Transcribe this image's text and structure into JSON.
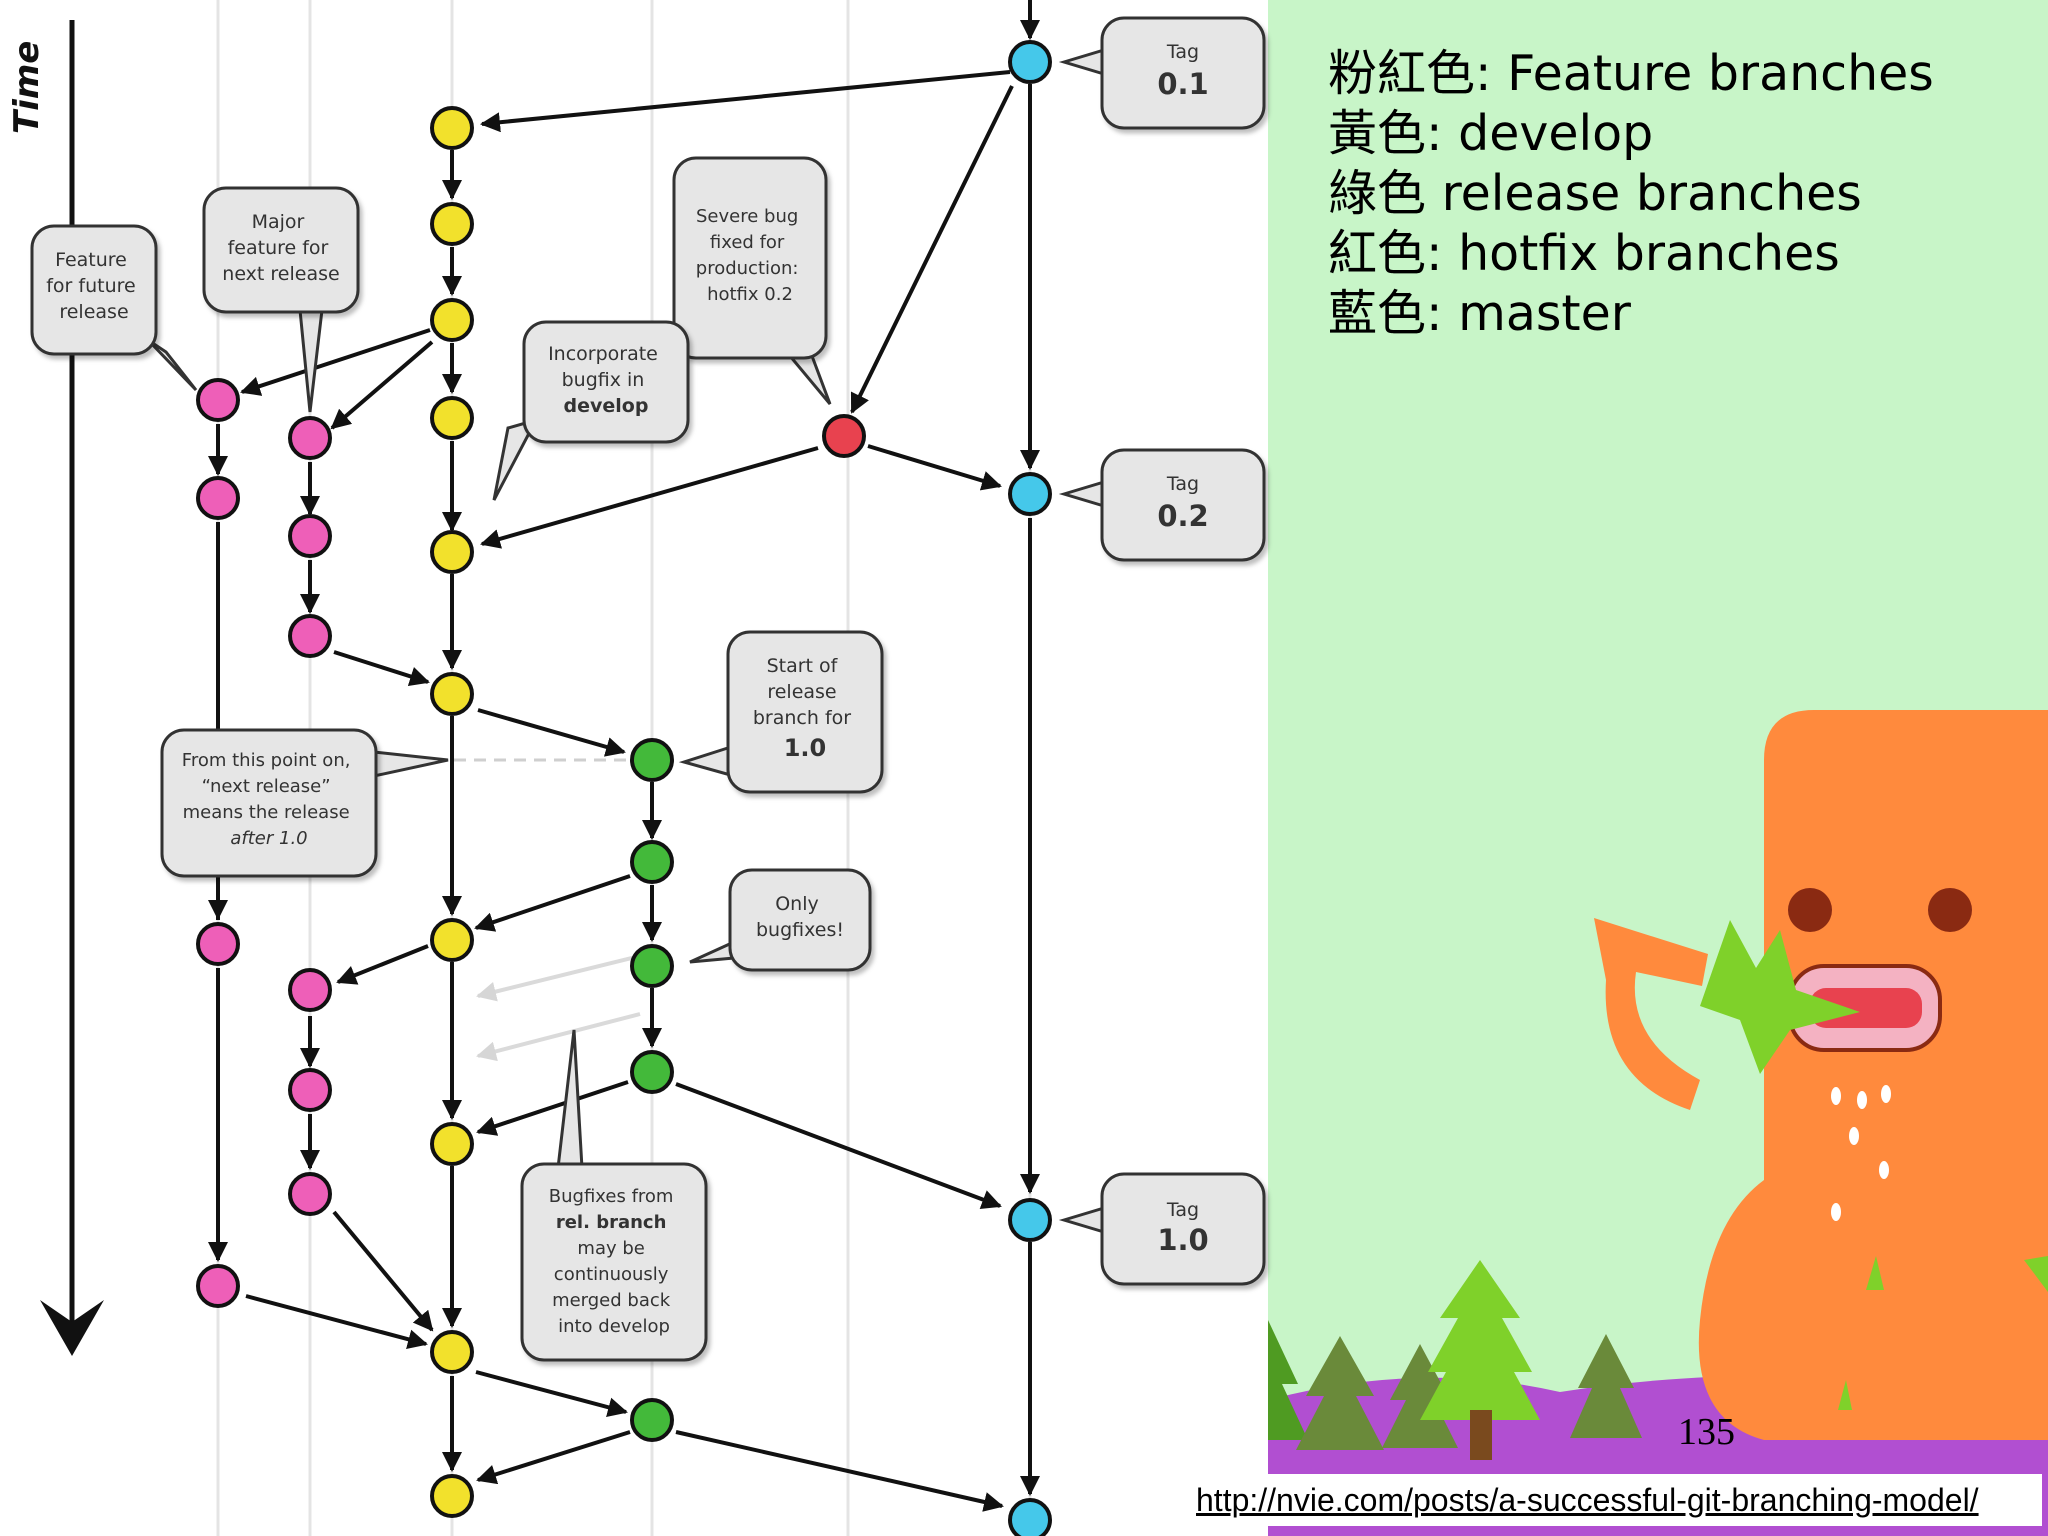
{
  "axis": {
    "label": "Time"
  },
  "legend": [
    "粉紅色: Feature branches",
    "黃色: develop",
    "綠色 release branches",
    "紅色: hotfix branches",
    "藍色: master"
  ],
  "branch_colors": {
    "feature": "#ee5fb8",
    "develop": "#f2e12c",
    "release": "#43b93a",
    "hotfix": "#e8424f",
    "master": "#45c8ea"
  },
  "tags": [
    {
      "label": "Tag",
      "value": "0.1"
    },
    {
      "label": "Tag",
      "value": "0.2"
    },
    {
      "label": "Tag",
      "value": "1.0"
    }
  ],
  "callouts": {
    "feature_future": [
      "Feature",
      "for future",
      "release"
    ],
    "major_feature": [
      "Major",
      "feature for",
      "next release"
    ],
    "severe_bug": [
      "Severe bug",
      "fixed for",
      "production:",
      "hotfix 0.2"
    ],
    "incorporate": [
      "Incorporate",
      "bugfix in",
      "develop"
    ],
    "start_release": [
      "Start of",
      "release",
      "branch for",
      "1.0"
    ],
    "next_release": [
      "From this point on,",
      "“next release”",
      "means the release",
      "after 1.0"
    ],
    "only_bugfixes": [
      "Only",
      "bugfixes!"
    ],
    "bugfixes_from": [
      "Bugfixes from",
      "rel. branch",
      "may be",
      "continuously",
      "merged back",
      "into develop"
    ]
  },
  "page_number": "135",
  "source_url": "http://nvie.com/posts/a-successful-git-branching-model/"
}
